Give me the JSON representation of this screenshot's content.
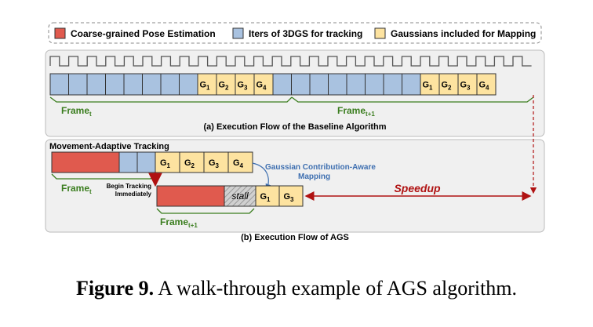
{
  "legend": {
    "items": [
      {
        "label": "Coarse-grained Pose Estimation",
        "color": "#e05a4e"
      },
      {
        "label": "Iters of 3DGS for tracking",
        "color": "#a9c2e0"
      },
      {
        "label": "Gaussians included for Mapping",
        "color": "#fde3a0"
      }
    ]
  },
  "panel_a": {
    "caption": "(a) Execution Flow of the Baseline Algorithm",
    "frame_t": "Frame",
    "frame_t_sub": "t",
    "frame_t1": "Frame",
    "frame_t1_sub": "t+1",
    "g_labels": [
      "G",
      "G",
      "G",
      "G"
    ],
    "g_subs": [
      "1",
      "2",
      "3",
      "4"
    ]
  },
  "panel_b": {
    "caption": "(b) Execution Flow of AGS",
    "title": "Movement-Adaptive Tracking",
    "mapping_label_1": "Gaussian Contribution-Aware",
    "mapping_label_2": "Mapping",
    "begin_1": "Begin Tracking",
    "begin_2": "Immediately",
    "stall": "stall",
    "speedup": "Speedup",
    "frame_t": "Frame",
    "frame_t_sub": "t",
    "frame_t1": "Frame",
    "frame_t1_sub": "t+1",
    "row1_g_subs": [
      "1",
      "2",
      "3",
      "4"
    ],
    "row2_g_subs": [
      "1",
      "3"
    ]
  },
  "figure_caption": {
    "label": "Figure 9.",
    "text": " A walk-through example of AGS algorithm."
  },
  "colors": {
    "red": "#e05a4e",
    "blue": "#a9c2e0",
    "yellow": "#fde3a0",
    "green": "#3a7d1e",
    "arrow_blue": "#3e6fb0",
    "speedup_red": "#b01212",
    "panel_bg": "#f0f0f0"
  }
}
